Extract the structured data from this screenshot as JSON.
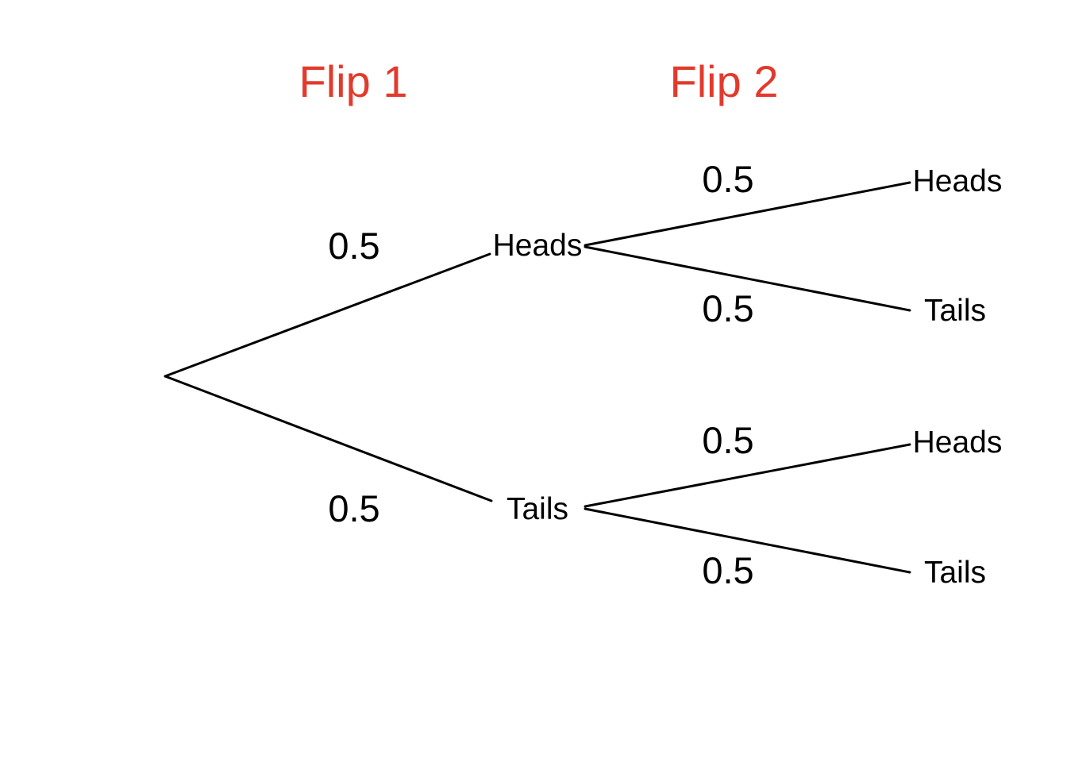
{
  "diagram_type": "probability-tree",
  "columns": [
    {
      "label": "Flip 1"
    },
    {
      "label": "Flip 2"
    }
  ],
  "colors": {
    "title": "#E23A2C",
    "line": "#000000",
    "label": "#000000",
    "background": "#FFFFFF"
  },
  "tree": {
    "flip1": [
      {
        "outcome": "Heads",
        "prob": "0.5"
      },
      {
        "outcome": "Tails",
        "prob": "0.5"
      }
    ],
    "flip2": [
      {
        "parent": "Heads",
        "outcome": "Heads",
        "prob": "0.5"
      },
      {
        "parent": "Heads",
        "outcome": "Tails",
        "prob": "0.5"
      },
      {
        "parent": "Tails",
        "outcome": "Heads",
        "prob": "0.5"
      },
      {
        "parent": "Tails",
        "outcome": "Tails",
        "prob": "0.5"
      }
    ]
  }
}
